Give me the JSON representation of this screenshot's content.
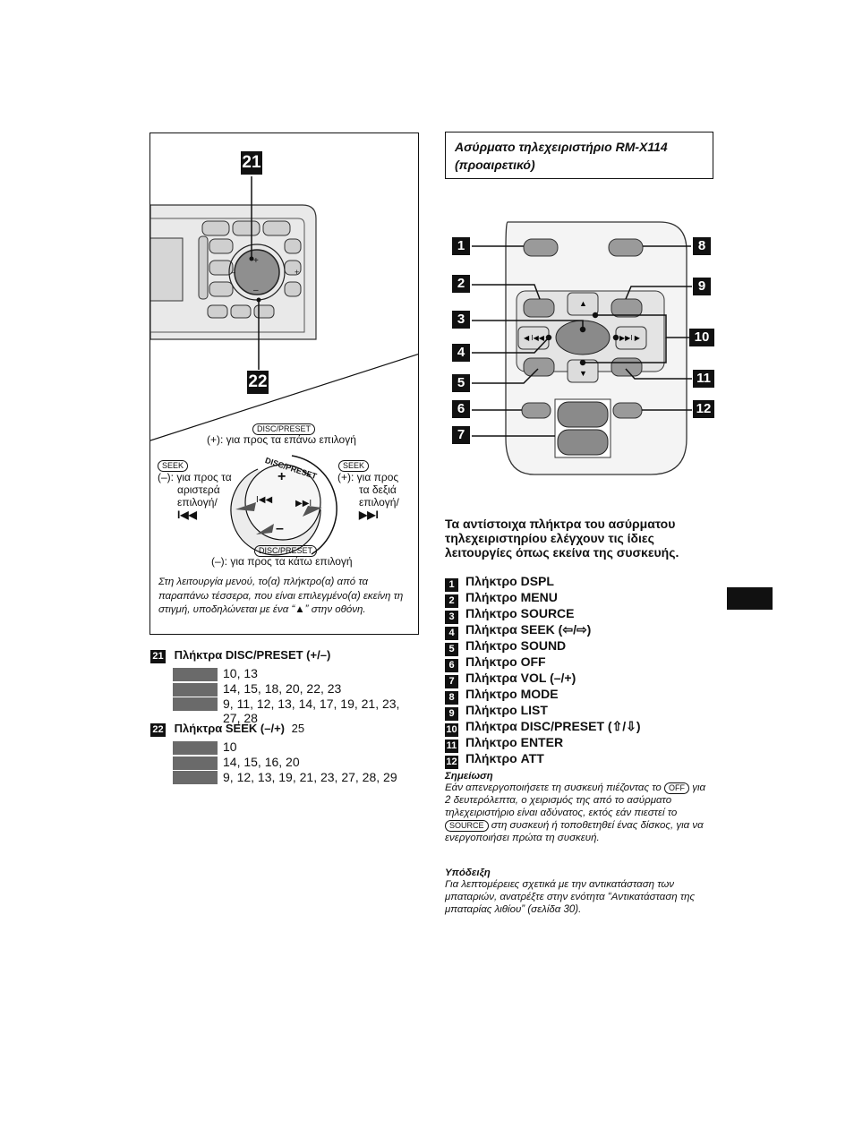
{
  "diagram": {
    "callouts_left": [
      "21",
      "22"
    ],
    "unit_minus": "–",
    "unit_plus": "+",
    "disc_preset_key": "DISC/PRESET",
    "seek_key": "SEEK",
    "up_text": "(+): για προς τα επάνω επιλογή",
    "down_text": "(–): για προς τα κάτω επιλογή",
    "left_text": [
      "(–): για προς τα",
      "αριστερά",
      "επιλογή/"
    ],
    "left_symbol": "I◀◀",
    "right_text": [
      "(+): για προς",
      "τα δεξιά",
      "επιλογή/"
    ],
    "right_symbol": "▶▶I",
    "ring_label": "DISC/PRESET",
    "note": "Στη λειτουργία μενού, το(α) πλήκτρο(α) από τα παραπάνω τέσσερα, που είναι επιλεγμένο(α) εκείνη τη στιγμή, υποδηλώνεται με ένα “▲” στην οθόνη."
  },
  "refs": [
    {
      "num": "21",
      "title": "Πλήκτρα DISC/PRESET (+/–)",
      "page": "",
      "rows": [
        "10, 13",
        "14, 15, 18, 20, 22, 23",
        "9, 11, 12, 13, 14, 17, 19, 21, 23,",
        "27, 28"
      ]
    },
    {
      "num": "22",
      "title": "Πλήκτρα SEEK (–/+)",
      "page": "25",
      "rows": [
        "10",
        "14, 15, 16, 20",
        "9, 12, 13, 19, 21, 23, 27, 28, 29"
      ]
    }
  ],
  "remote": {
    "title": "Ασύρματο τηλεχειριστήριο RM-X114 (προαιρετικό)",
    "callouts": [
      "1",
      "2",
      "3",
      "4",
      "5",
      "6",
      "7",
      "8",
      "9",
      "10",
      "11",
      "12"
    ]
  },
  "intro": "Τα αντίστοιχα πλήκτρα του ασύρματου τηλεχειριστηρίου ελέγχουν τις ίδιες λειτουργίες όπως εκείνα της συσκευής.",
  "keys": [
    {
      "num": "1",
      "label": "Πλήκτρο DSPL"
    },
    {
      "num": "2",
      "label": "Πλήκτρο MENU"
    },
    {
      "num": "3",
      "label": "Πλήκτρο SOURCE"
    },
    {
      "num": "4",
      "label": "Πλήκτρα SEEK (⇦/⇨)"
    },
    {
      "num": "5",
      "label": "Πλήκτρο SOUND"
    },
    {
      "num": "6",
      "label": "Πλήκτρο OFF"
    },
    {
      "num": "7",
      "label": "Πλήκτρα VOL (–/+)"
    },
    {
      "num": "8",
      "label": "Πλήκτρο MODE"
    },
    {
      "num": "9",
      "label": "Πλήκτρο LIST"
    },
    {
      "num": "10",
      "label": "Πλήκτρα DISC/PRESET (⇧/⇩)"
    },
    {
      "num": "11",
      "label": "Πλήκτρο ENTER"
    },
    {
      "num": "12",
      "label": "Πλήκτρο ATT"
    }
  ],
  "note": {
    "heading": "Σημείωση",
    "before_off": "Εάν απενεργοποιήσετε τη συσκευή πιέζοντας το",
    "off_key": "OFF",
    "after_off": "για 2 δευτερόλεπτα, ο χειρισμός της από το ασύρματο τηλεχειριστήριο είναι αδύνατος, εκτός εάν πιεστεί το",
    "source_key": "SOURCE",
    "after_source": "στη συσκευή ή τοποθετηθεί ένας δίσκος, για να ενεργοποιήσει πρώτα τη συσκευή."
  },
  "hint": {
    "heading": "Υπόδειξη",
    "text": "Για λεπτομέρειες σχετικά με την αντικατάσταση των μπαταριών, ανατρέξτε στην ενότητα “Αντικατάσταση της μπαταρίας λιθίου” (σελίδα 30)."
  },
  "colors": {
    "ink": "#111111",
    "gray_bar": "#6a6a6a",
    "remote_body": "#f4f4f4",
    "button_gray": "#9a9a9a"
  }
}
